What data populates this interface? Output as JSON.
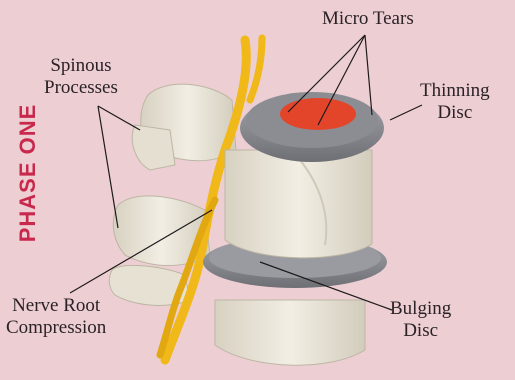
{
  "phase_label": "PHASE ONE",
  "labels": {
    "micro_tears": "Micro Tears",
    "spinous_line1": "Spinous",
    "spinous_line2": "Processes",
    "thinning_line1": "Thinning",
    "thinning_line2": "Disc",
    "nerve_line1": "Nerve Root",
    "nerve_line2": "Compression",
    "bulging_line1": "Bulging",
    "bulging_line2": "Disc"
  },
  "colors": {
    "background": "#edcfd3",
    "phase_text": "#c8284c",
    "bone": "#ece8dc",
    "disc": "#8c8d93",
    "nerve": "#f0b818",
    "disc_nucleus": "#e2452a"
  }
}
